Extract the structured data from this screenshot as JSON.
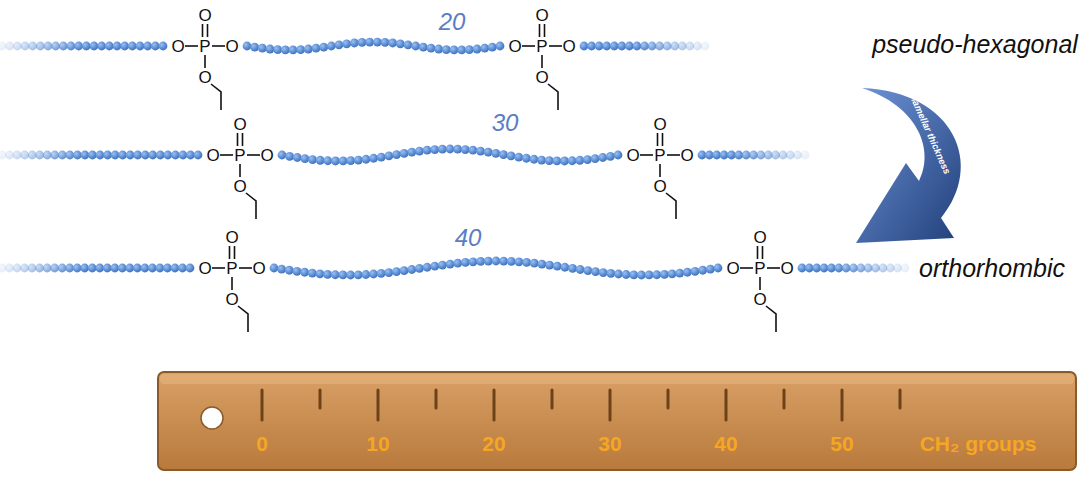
{
  "diagram": {
    "labels": [
      "O",
      "O",
      "P",
      "O",
      "O",
      "20",
      "O",
      "O",
      "P",
      "O",
      "O",
      "pseudo-hexagonal",
      "O",
      "O",
      "P",
      "O",
      "O",
      "30",
      "O",
      "O",
      "P",
      "O",
      "O",
      "lamellar thickness",
      "O",
      "O",
      "P",
      "O",
      "O",
      "40",
      "O",
      "O",
      "P",
      "O",
      "O",
      "orthorhombic",
      "0",
      "10",
      "20",
      "30",
      "40",
      "50",
      "CH₂ groups"
    ]
  }
}
